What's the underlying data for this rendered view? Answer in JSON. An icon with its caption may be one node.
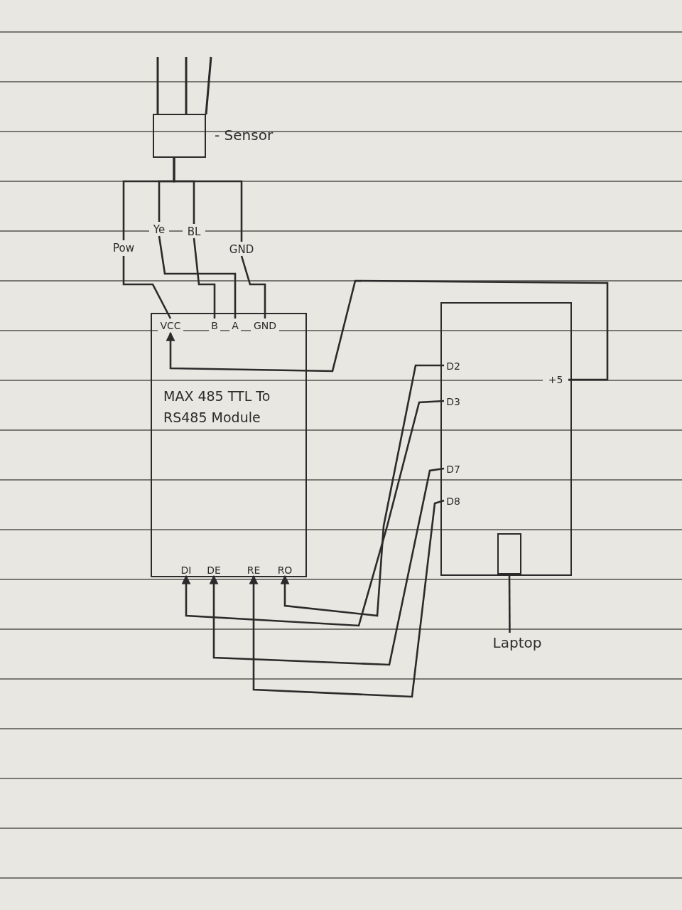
{
  "diagram": {
    "nodes": [
      {
        "text": [],
        "shape": "box",
        "beside": [
          "- Sensor"
        ]
      },
      {
        "text": [
          "Pow"
        ]
      },
      {
        "text": [
          "Ye"
        ]
      },
      {
        "text": [
          "BL"
        ]
      },
      {
        "text": [
          "GND"
        ]
      },
      {
        "text": [
          "MAX 485 TTL To RS485 Module"
        ]
      },
      {
        "text": [
          "VCC"
        ],
        "in": 5
      },
      {
        "text": [
          "B"
        ],
        "in": 5
      },
      {
        "text": [
          "A"
        ],
        "in": 5
      },
      {
        "text": [
          "GND"
        ],
        "in": 5
      },
      {
        "text": [
          "DI"
        ],
        "in": 5
      },
      {
        "text": [
          "DE"
        ],
        "in": 5
      },
      {
        "text": [
          "RE"
        ],
        "in": 5
      },
      {
        "text": [
          "RO"
        ],
        "in": 5
      },
      {
        "text": [],
        "shape": "box"
      },
      {
        "text": [
          "D2"
        ],
        "in": 14
      },
      {
        "text": [
          "D3"
        ],
        "in": 14
      },
      {
        "text": [
          "D7"
        ],
        "in": 14
      },
      {
        "text": [
          "D8"
        ],
        "in": 14
      },
      {
        "text": [
          "+5"
        ],
        "in": 14
      },
      {
        "text": [],
        "shape": "box",
        "in": 14
      },
      {
        "text": [
          "Laptop"
        ]
      }
    ],
    "edges": [
      {
        "from": 0,
        "to": 1,
        "arrow": "none"
      },
      {
        "from": 0,
        "to": 2,
        "arrow": "none"
      },
      {
        "from": 0,
        "to": 3,
        "arrow": "none"
      },
      {
        "from": 0,
        "to": 4,
        "arrow": "none"
      },
      {
        "from": 1,
        "to": 6,
        "arrow": "none"
      },
      {
        "from": 2,
        "to": 8,
        "arrow": "none"
      },
      {
        "from": 3,
        "to": 7,
        "arrow": "none"
      },
      {
        "from": 4,
        "to": 9,
        "arrow": "none"
      },
      {
        "from": 19,
        "to": 6,
        "arrow": "to"
      },
      {
        "from": 15,
        "to": 13,
        "arrow": "to"
      },
      {
        "from": 16,
        "to": 10,
        "arrow": "to"
      },
      {
        "from": 17,
        "to": 11,
        "arrow": "to"
      },
      {
        "from": 18,
        "to": 12,
        "arrow": "to"
      },
      {
        "from": 20,
        "to": 21,
        "arrow": "none"
      }
    ]
  }
}
